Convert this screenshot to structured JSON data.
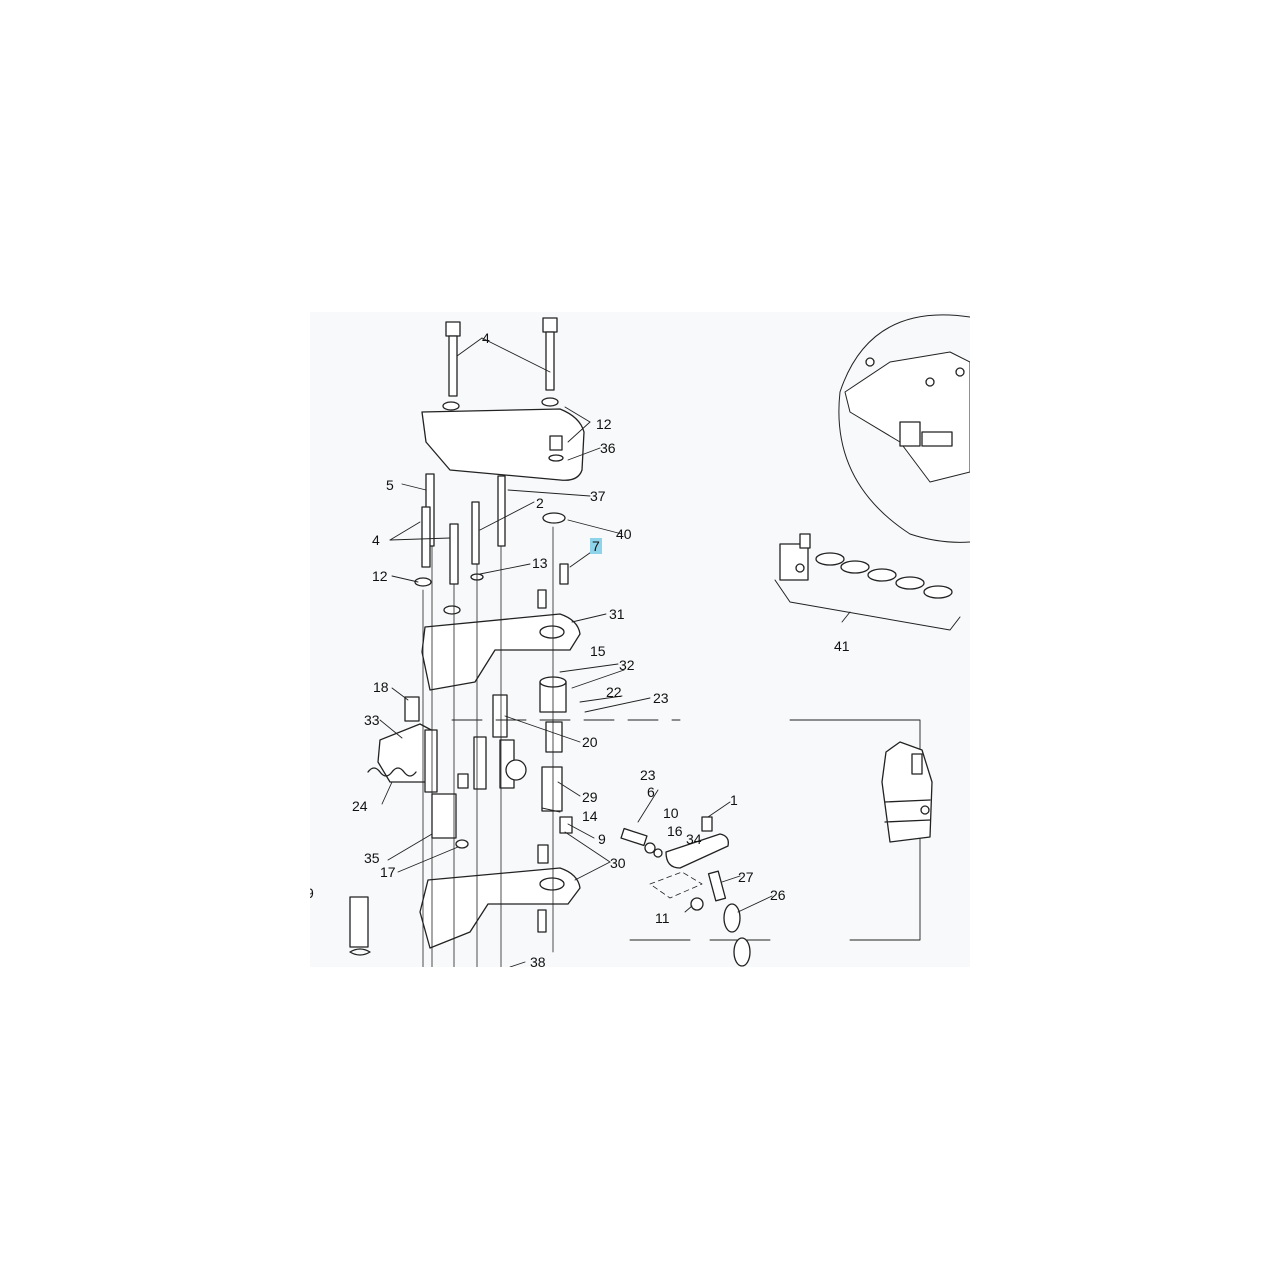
{
  "callouts": {
    "c4_top": "4",
    "c12_top": "12",
    "c36": "36",
    "c5": "5",
    "c37": "37",
    "c2": "2",
    "c40": "40",
    "c4_mid": "4",
    "c7": "7",
    "c12_mid": "12",
    "c13": "13",
    "c31": "31",
    "c15": "15",
    "c32": "32",
    "c18": "18",
    "c22": "22",
    "c23_a": "23",
    "c33": "33",
    "c20": "20",
    "c23_b": "23",
    "c6": "6",
    "c10": "10",
    "c1": "1",
    "c29": "29",
    "c24": "24",
    "c14": "14",
    "c16": "16",
    "c34": "34",
    "c9_right": "9",
    "c35": "35",
    "c30": "30",
    "c17": "17",
    "c27": "27",
    "c26": "26",
    "c9_left": "9",
    "c11": "11",
    "c38": "38",
    "c41": "41"
  },
  "highlight_color": "#8ed3ea"
}
